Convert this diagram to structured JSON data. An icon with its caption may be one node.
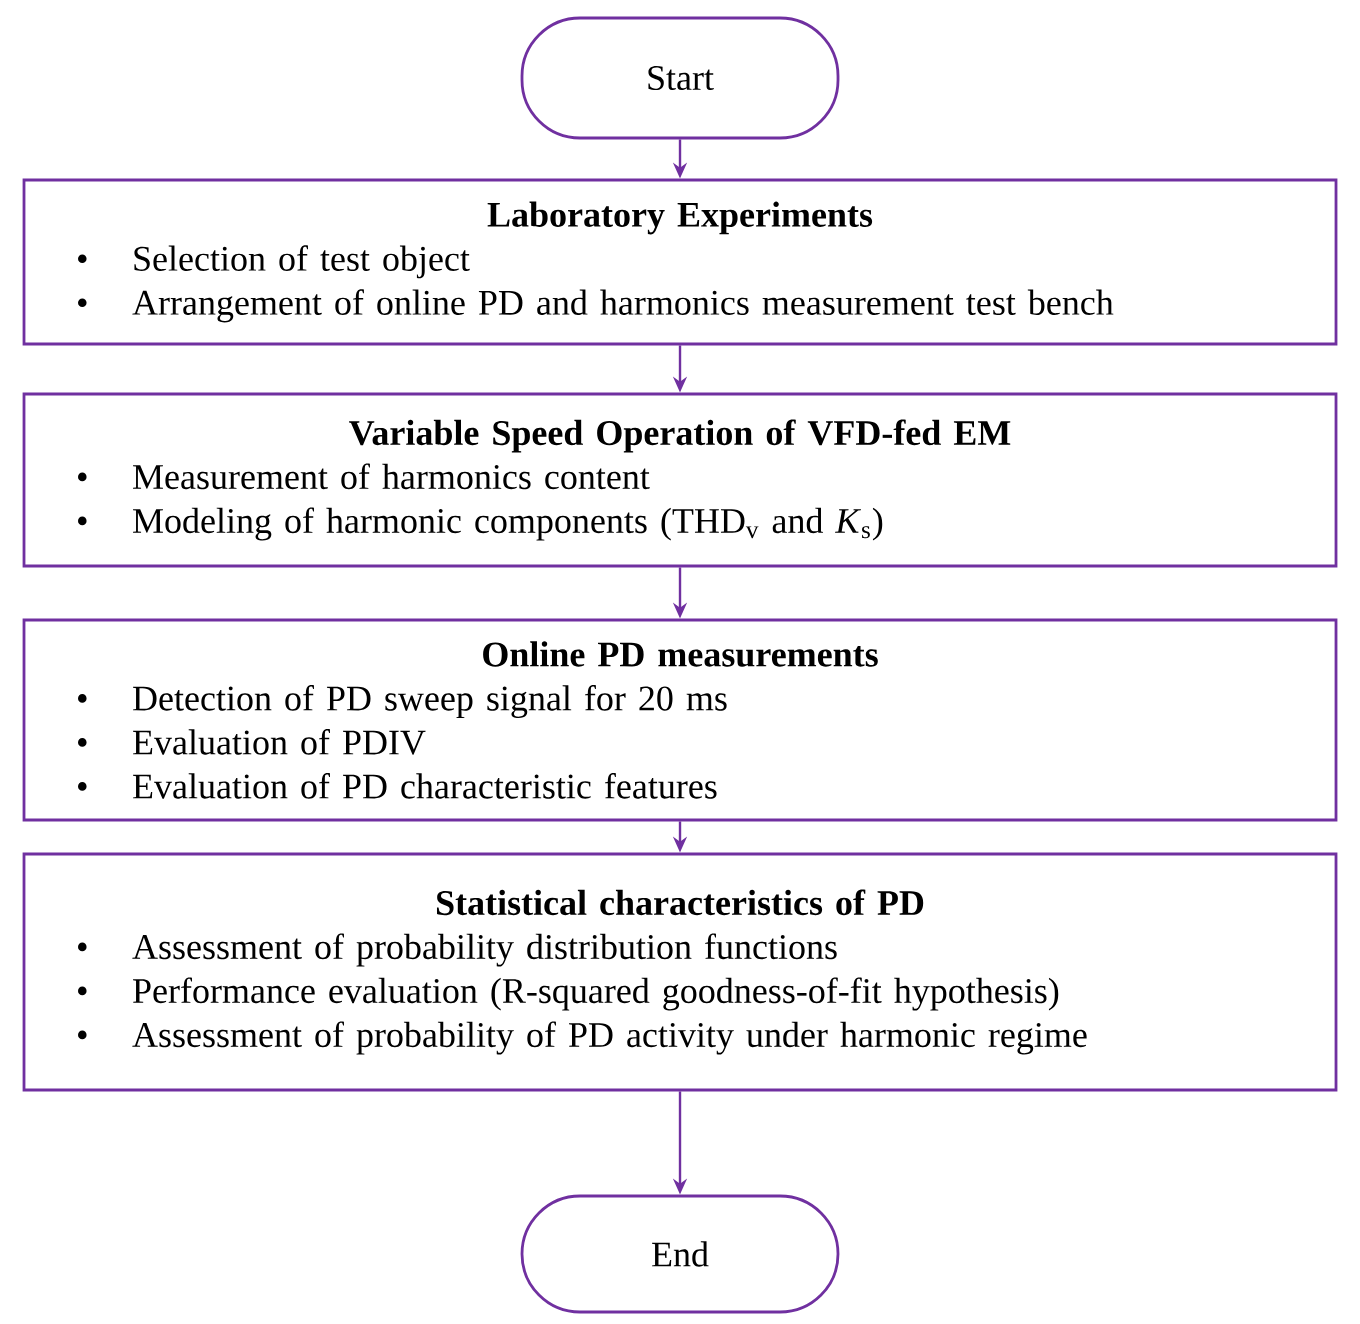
{
  "diagram": {
    "nodes": [
      {
        "text": [
          "Start"
        ]
      },
      {
        "text": [
          "Laboratory Experiments",
          "Selection of test object",
          "Arrangement of online PD and harmonics measurement test bench"
        ]
      },
      {
        "text": [
          "Variable Speed Operation of VFD-fed EM",
          "Measurement of harmonics content",
          "Modeling of harmonic components (THD$_{v}$ and *K*$_{s}$)"
        ]
      },
      {
        "text": [
          "Online PD measurements",
          "Detection of PD sweep signal for 20 ms",
          "Evaluation of PDIV",
          "Evaluation of PD characteristic features"
        ]
      },
      {
        "text": [
          "Statistical characteristics of PD",
          "Assessment of probability distribution functions",
          "Performance evaluation (R-squared goodness-of-fit hypothesis)",
          "Assessment of probability of PD activity under harmonic regime"
        ]
      },
      {
        "text": [
          "End"
        ]
      }
    ],
    "edges": [
      {
        "from": 0,
        "to": 1,
        "arrow": "to"
      },
      {
        "from": 1,
        "to": 2,
        "arrow": "to"
      },
      {
        "from": 2,
        "to": 3,
        "arrow": "to"
      },
      {
        "from": 3,
        "to": 4,
        "arrow": "to"
      },
      {
        "from": 4,
        "to": 5,
        "arrow": "to"
      }
    ],
    "labels": [
      "•",
      "•",
      "•",
      "•",
      "•",
      "•",
      "•",
      "•",
      "•",
      "•"
    ]
  }
}
